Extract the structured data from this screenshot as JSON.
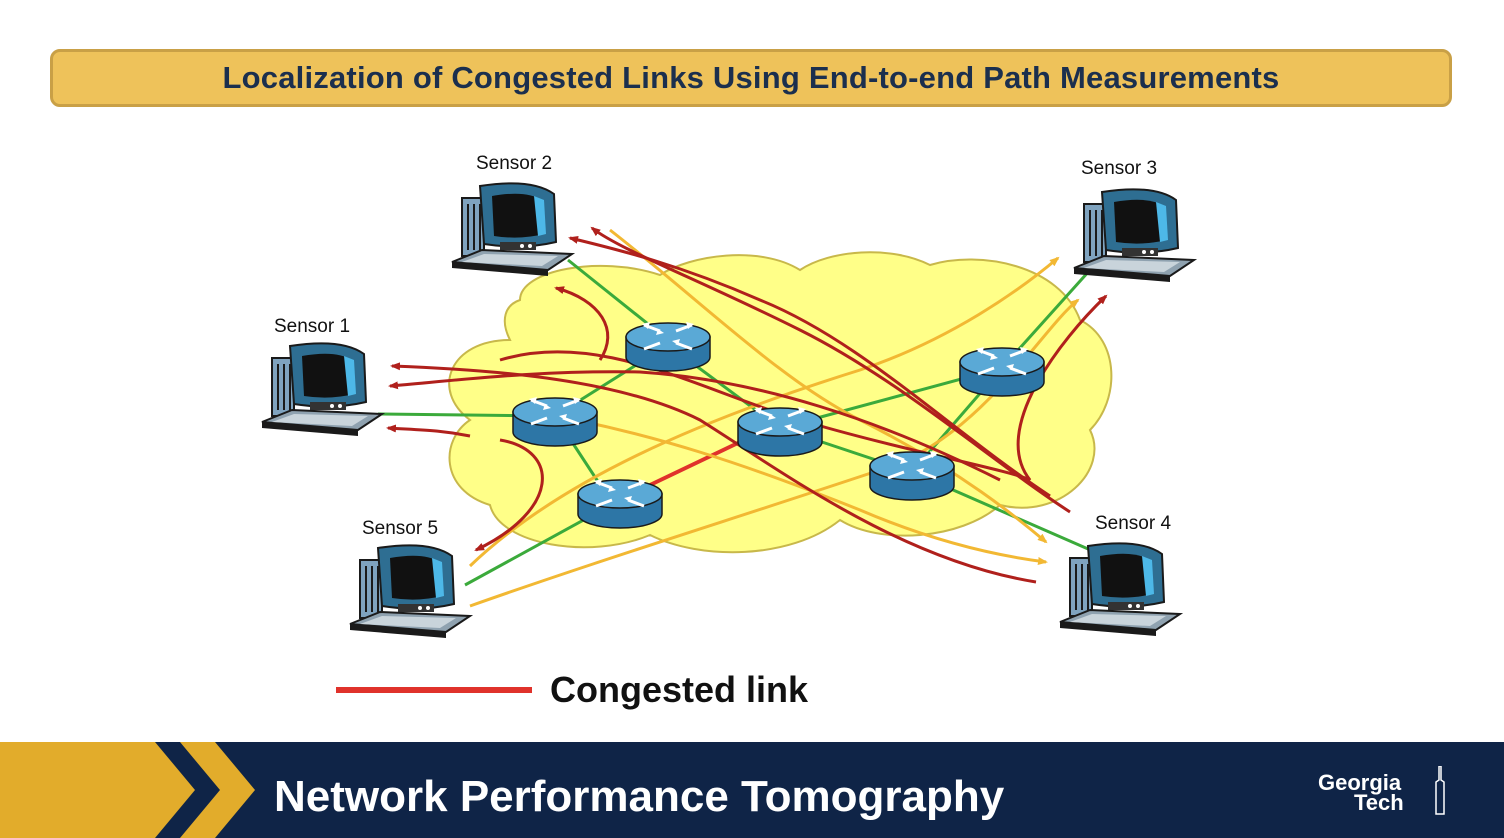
{
  "slide": {
    "title": "Localization of Congested Links Using End-to-end Path Measurements"
  },
  "sensors": [
    {
      "label": "Sensor 1"
    },
    {
      "label": "Sensor 2"
    },
    {
      "label": "Sensor 3"
    },
    {
      "label": "Sensor 4"
    },
    {
      "label": "Sensor 5"
    }
  ],
  "legend": {
    "label": "Congested link",
    "color": "#E0322B"
  },
  "colors": {
    "cloud": "#FFFF88",
    "router": "#5AA9D6",
    "link": "#3BAA3B",
    "path_red": "#B0201C",
    "path_yellow": "#F2B833",
    "title_bg": "#EEC25A",
    "footer_bg": "#0F2447"
  },
  "footer": {
    "title": "Network Performance Tomography",
    "logo_line1": "Georgia",
    "logo_line2": "Tech"
  }
}
